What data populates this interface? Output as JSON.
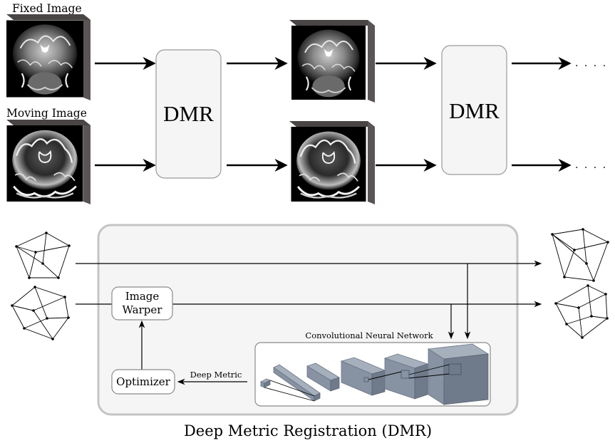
{
  "labels": {
    "fixed_image": "Fixed Image",
    "moving_image": "Moving Image",
    "dmr_block_1": "DMR",
    "dmr_block_2": "DMR",
    "image_warper_line1": "Image",
    "image_warper_line2": "Warper",
    "optimizer": "Optimizer",
    "deep_metric": "Deep Metric",
    "cnn": "Convolutional Neural Network",
    "caption": "Deep Metric Registration (DMR)",
    "ellipsis_top": ". . . .",
    "ellipsis_bottom": ". . . ."
  },
  "colors": {
    "block_fill": "#f5f5f5",
    "block_stroke": "#9a9a9a",
    "cnn_slab": "#8793a3",
    "image_background": "#000000",
    "cube_side": "#5a5454"
  },
  "icons": {
    "fixed_image_thumb": "brain-mri-coronal-t2-icon",
    "moving_image_thumb": "brain-mri-coronal-flair-icon",
    "point_cloud": "wireframe-cube-icon"
  }
}
